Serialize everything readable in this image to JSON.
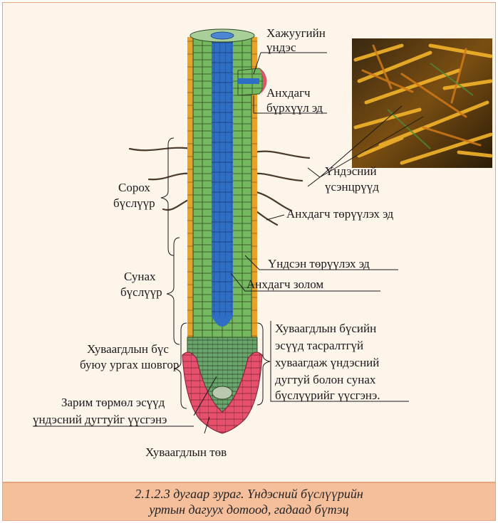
{
  "labels": {
    "lateral_root": [
      "Хажуугийн",
      "үндэс"
    ],
    "protoderm": [
      "Анхдагч",
      "бүрхүүл эд"
    ],
    "root_hairs": [
      "Үндэсний",
      "үсэнцрүүд"
    ],
    "absorption_zone": [
      "Сорох",
      "бүслүүр"
    ],
    "ground_meristem": "Анхдагч төрүүлэх эд",
    "procambium": "Үндсэн төрүүлэх эд",
    "primary_xylem": "Анхдагч золом",
    "elongation_zone": [
      "Сунах",
      "бүслүүр"
    ],
    "division_zone": [
      "Хуваагдлын бүс",
      "буюу ургах шовгор"
    ],
    "division_note": [
      "Хуваагдлын бүсийн",
      "эсүүд тасралтгүй",
      "хуваагдаж үндэсний",
      "дугтуй болон сунах",
      "бүслүүрийг үүсгэнэ."
    ],
    "root_cap_note": [
      "Зарим төрмөл эсүүд",
      "үндэсний дугтуйг үүсгэнэ"
    ],
    "quiescent_center": "Хуваагдлын төв"
  },
  "caption": {
    "line1": "2.1.2.3 дугаар зураг. Үндэсний бүслүүрийн",
    "line2": "уртын дагуух дотоод, гадаад бүтэц"
  },
  "colors": {
    "panel_bg": "#fdf4ea",
    "panel_border": "#e7a57d",
    "caption_bg": "#f6bf9c",
    "cortex_green": "#6fb35b",
    "stele_blue": "#2f6fc3",
    "epidermis_orange": "#e8a22a",
    "root_cap_pink": "#e8506e"
  }
}
